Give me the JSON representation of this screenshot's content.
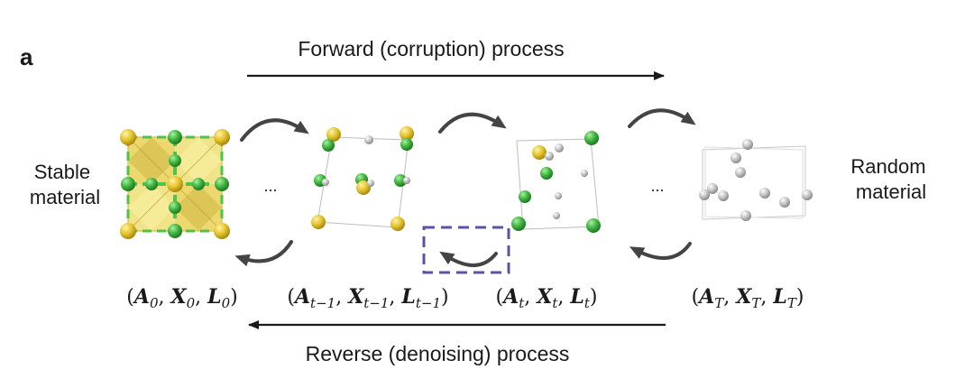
{
  "panel_label": "a",
  "forward_label": "Forward (corruption) process",
  "reverse_label": "Reverse (denoising) process",
  "stable_label": [
    "Stable",
    "material"
  ],
  "random_label": [
    "Random",
    "material"
  ],
  "ellipsis": "...",
  "tuples": [
    {
      "parts": [
        [
          "(",
          0
        ],
        [
          "A",
          1
        ],
        [
          "0",
          2
        ],
        [
          ", ",
          0
        ],
        [
          "X",
          1
        ],
        [
          "0",
          2
        ],
        [
          ", ",
          0
        ],
        [
          "L",
          1
        ],
        [
          "0",
          2
        ],
        [
          ")",
          0
        ]
      ]
    },
    {
      "parts": [
        [
          "(",
          0
        ],
        [
          "A",
          1
        ],
        [
          "t−1",
          2
        ],
        [
          ", ",
          0
        ],
        [
          "X",
          1
        ],
        [
          "t−1",
          2
        ],
        [
          ", ",
          0
        ],
        [
          "L",
          1
        ],
        [
          "t−1",
          2
        ],
        [
          ")",
          0
        ]
      ]
    },
    {
      "parts": [
        [
          "(",
          0
        ],
        [
          "A",
          1
        ],
        [
          "t",
          2
        ],
        [
          ", ",
          0
        ],
        [
          "X",
          1
        ],
        [
          "t",
          2
        ],
        [
          ", ",
          0
        ],
        [
          "L",
          1
        ],
        [
          "t",
          2
        ],
        [
          ")",
          0
        ]
      ]
    },
    {
      "parts": [
        [
          "(",
          0
        ],
        [
          "A",
          1
        ],
        [
          "T",
          2
        ],
        [
          ", ",
          0
        ],
        [
          "X",
          1
        ],
        [
          "T",
          2
        ],
        [
          ", ",
          0
        ],
        [
          "L",
          1
        ],
        [
          "T",
          2
        ],
        [
          ")",
          0
        ]
      ]
    }
  ],
  "colors": {
    "gold": "#e5c42c",
    "green": "#3fb43f",
    "grey": "#c4c4c4",
    "dashed_box": "#5b54a6",
    "arrow": "#444444",
    "polyhedra": "#efe08a"
  }
}
